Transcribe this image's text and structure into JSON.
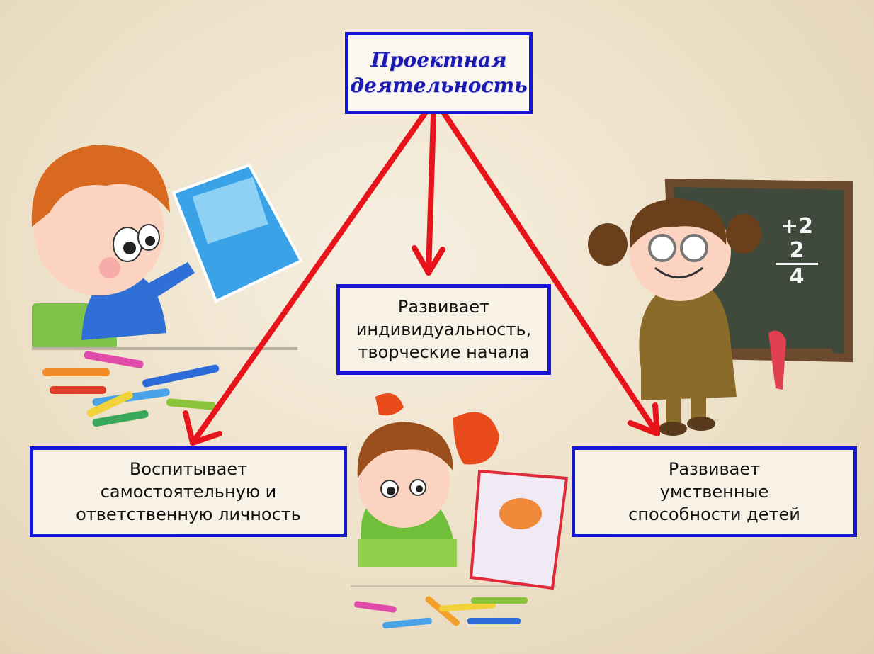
{
  "title": "Проектная\nдеятельность",
  "boxes": {
    "center": "Развивает\nиндивидуальность,\nтворческие начала",
    "left": "Воспитывает\nсамостоятельную и\nответственную личность",
    "right": "Развивает\nумственные\nспособности детей"
  },
  "chalkboard": {
    "lines": [
      "+2",
      "2",
      "4"
    ]
  },
  "colors": {
    "box_border": "#1515d8",
    "title_text": "#1a1ab0",
    "arrow": "#e8141c"
  },
  "illustrations": [
    "boy-holding-card-icon",
    "girl-with-glasses-at-chalkboard-icon",
    "girl-with-bows-holding-card-icon",
    "colored-pencils-icon"
  ]
}
